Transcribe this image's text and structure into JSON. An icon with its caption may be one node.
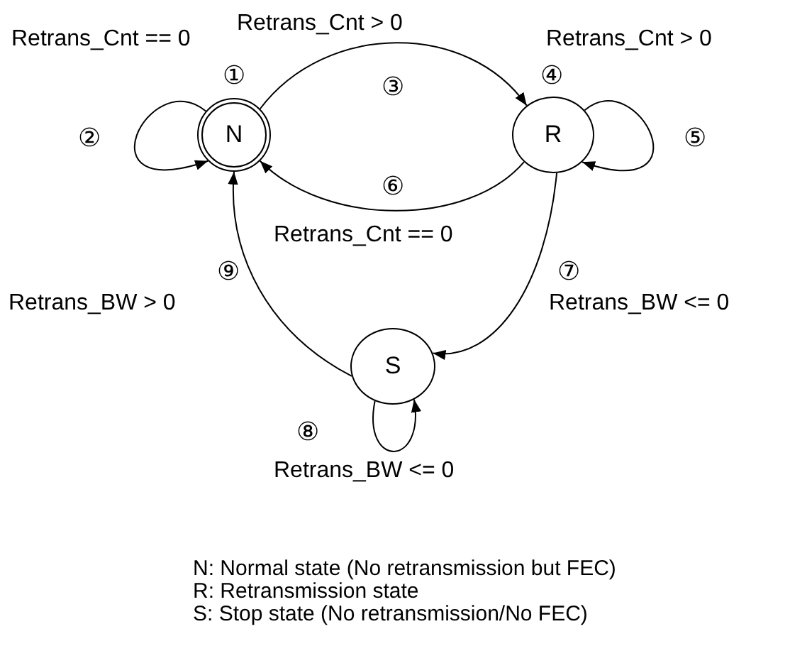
{
  "diagram": {
    "nodes": [
      {
        "text": [
          "N"
        ]
      },
      {
        "text": [
          "R"
        ]
      },
      {
        "text": [
          "S"
        ]
      }
    ],
    "edges": [
      {
        "from": 0,
        "to": 0,
        "arrow": "to"
      },
      {
        "from": 0,
        "to": 1,
        "arrow": "to"
      },
      {
        "from": 1,
        "to": 1,
        "arrow": "to"
      },
      {
        "from": 1,
        "to": 0,
        "arrow": "to"
      },
      {
        "from": 1,
        "to": 2,
        "arrow": "to"
      },
      {
        "from": 2,
        "to": 0,
        "arrow": "to"
      },
      {
        "from": 2,
        "to": 2,
        "arrow": "to"
      }
    ],
    "labels": [
      "Retrans_Cnt == 0",
      "Retrans_Cnt > 0",
      "Retrans_Cnt > 0",
      "①",
      "③",
      "④",
      "②",
      "⑤",
      "⑥",
      "Retrans_Cnt == 0",
      "⑦",
      "⑨",
      "Retrans_BW > 0",
      "Retrans_BW <= 0",
      "⑧",
      "Retrans_BW <= 0",
      "N: Normal state (No retransmission but FEC)",
      "R: Retransmission state",
      "S: Stop state (No retransmission/No FEC)"
    ]
  }
}
